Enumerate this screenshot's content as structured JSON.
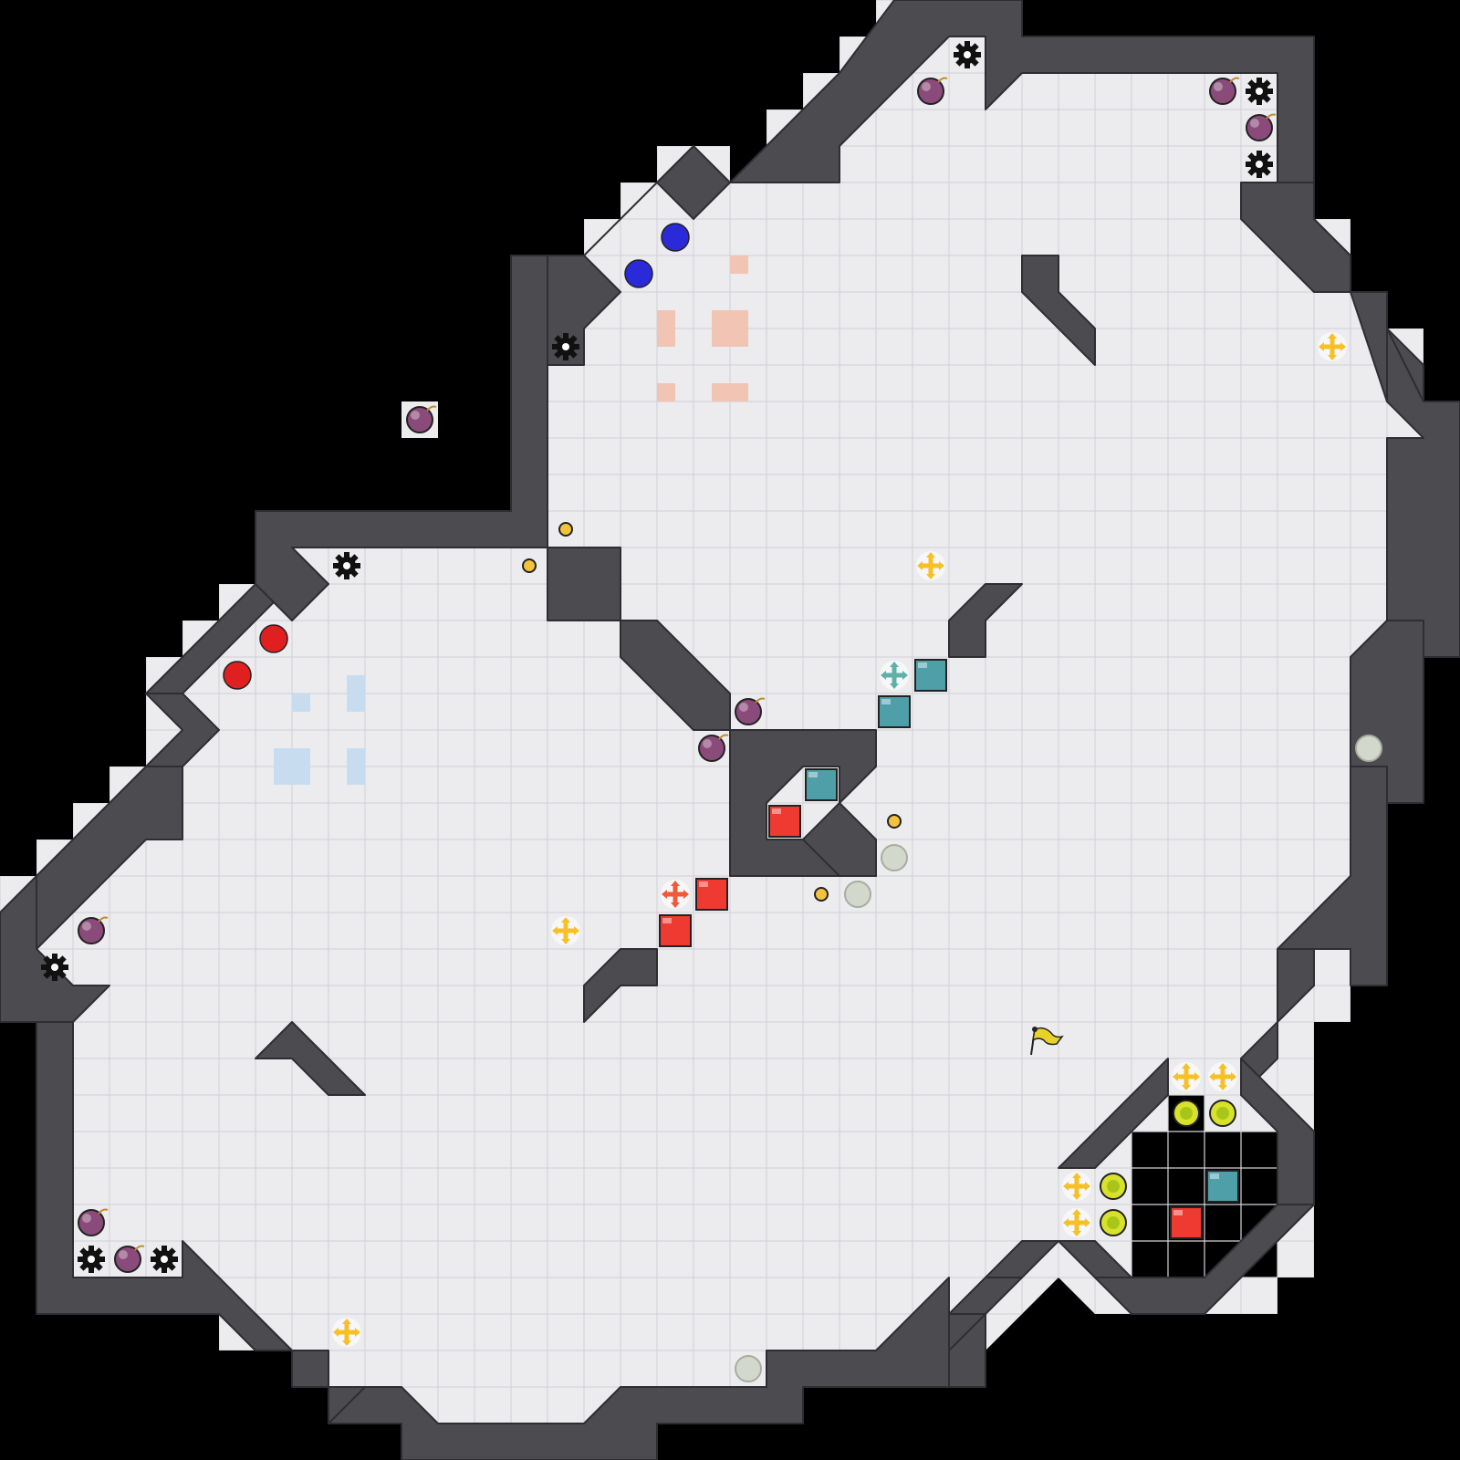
{
  "level": {
    "grid": {
      "cols": 40,
      "rows": 40
    },
    "colors": {
      "background": "#000000",
      "floor": "#ececef",
      "floor_line": "#d4d4d9",
      "wall": "#4b4b50",
      "wall_edge": "#2e2e32",
      "player_red": "#e02020",
      "player_blue": "#2a2ad8",
      "pad_red": "#f2c4b4",
      "pad_blue": "#c8dcef",
      "box_red": "#ee3a30",
      "box_teal": "#4f9fa8",
      "bomb": "#8a4a7a",
      "coin": "#f3c33d",
      "switch_yellow": "#d8e22a",
      "orb_grey": "#d3d8cc",
      "mover_yellow": "#f6c026",
      "mover_teal": "#5fb1a8",
      "mover_red": "#ee5a3a",
      "flag": "#e8d22a"
    },
    "icons": {
      "bomb": "bomb-icon",
      "gear": "gear-icon",
      "coin": "coin-icon",
      "orb": "orb-icon",
      "switch": "switch-icon",
      "mover": "move-arrows-icon",
      "flag": "goal-flag-icon"
    },
    "players": [
      {
        "color": "red",
        "cells": [
          [
            7,
            17
          ],
          [
            6,
            18
          ]
        ]
      },
      {
        "color": "blue",
        "cells": [
          [
            18,
            6
          ],
          [
            17,
            7
          ]
        ]
      }
    ],
    "target_pads": [
      {
        "color": "red",
        "cells": [
          [
            20,
            7
          ],
          [
            20,
            8
          ],
          [
            19,
            8
          ],
          [
            18,
            8
          ],
          [
            19,
            9
          ],
          [
            18,
            9
          ],
          [
            20,
            9
          ],
          [
            19,
            10
          ],
          [
            20,
            10
          ],
          [
            18,
            10
          ]
        ]
      },
      {
        "color": "blue",
        "cells": [
          [
            9,
            18
          ],
          [
            8,
            19
          ],
          [
            9,
            19
          ],
          [
            8,
            20
          ],
          [
            9,
            20
          ],
          [
            9,
            21
          ],
          [
            8,
            21
          ],
          [
            7,
            20
          ],
          [
            7,
            21
          ],
          [
            8,
            19
          ]
        ]
      }
    ],
    "boxes": [
      {
        "color": "teal",
        "cell": [
          25,
          18
        ]
      },
      {
        "color": "teal",
        "cell": [
          24,
          19
        ]
      },
      {
        "color": "teal",
        "cell": [
          22,
          21
        ]
      },
      {
        "color": "red",
        "cell": [
          21,
          22
        ]
      },
      {
        "color": "red",
        "cell": [
          19,
          24
        ]
      },
      {
        "color": "red",
        "cell": [
          18,
          25
        ]
      },
      {
        "color": "teal",
        "cell": [
          33,
          32
        ]
      },
      {
        "color": "red",
        "cell": [
          32,
          33
        ]
      }
    ],
    "bombs": [
      [
        25,
        2
      ],
      [
        33,
        2
      ],
      [
        34,
        3
      ],
      [
        11,
        11
      ],
      [
        20,
        19
      ],
      [
        19,
        20
      ],
      [
        2,
        25
      ],
      [
        2,
        33
      ],
      [
        3,
        34
      ]
    ],
    "gears": [
      [
        26,
        1
      ],
      [
        34,
        2
      ],
      [
        34,
        4
      ],
      [
        15,
        9
      ],
      [
        9,
        15
      ],
      [
        1,
        26
      ],
      [
        2,
        34
      ],
      [
        4,
        34
      ]
    ],
    "coins": [
      [
        15,
        14
      ],
      [
        14,
        15
      ],
      [
        24,
        22
      ],
      [
        22,
        24
      ]
    ],
    "orbs": [
      [
        37,
        20
      ],
      [
        24,
        23
      ],
      [
        23,
        24
      ],
      [
        20,
        37
      ]
    ],
    "switches": [
      [
        32,
        30
      ],
      [
        33,
        30
      ],
      [
        30,
        32
      ],
      [
        30,
        33
      ]
    ],
    "movers": [
      {
        "color": "yellow",
        "cell": [
          36,
          9
        ]
      },
      {
        "color": "yellow",
        "cell": [
          25,
          15
        ]
      },
      {
        "color": "yellow",
        "cell": [
          15,
          25
        ]
      },
      {
        "color": "yellow",
        "cell": [
          9,
          36
        ]
      },
      {
        "color": "teal",
        "cell": [
          24,
          18
        ]
      },
      {
        "color": "red",
        "cell": [
          18,
          24
        ]
      },
      {
        "color": "yellow",
        "cell": [
          32,
          29
        ]
      },
      {
        "color": "yellow",
        "cell": [
          33,
          29
        ]
      },
      {
        "color": "yellow",
        "cell": [
          29,
          32
        ]
      },
      {
        "color": "yellow",
        "cell": [
          29,
          33
        ]
      }
    ],
    "goal_flag": [
      28,
      28
    ]
  }
}
